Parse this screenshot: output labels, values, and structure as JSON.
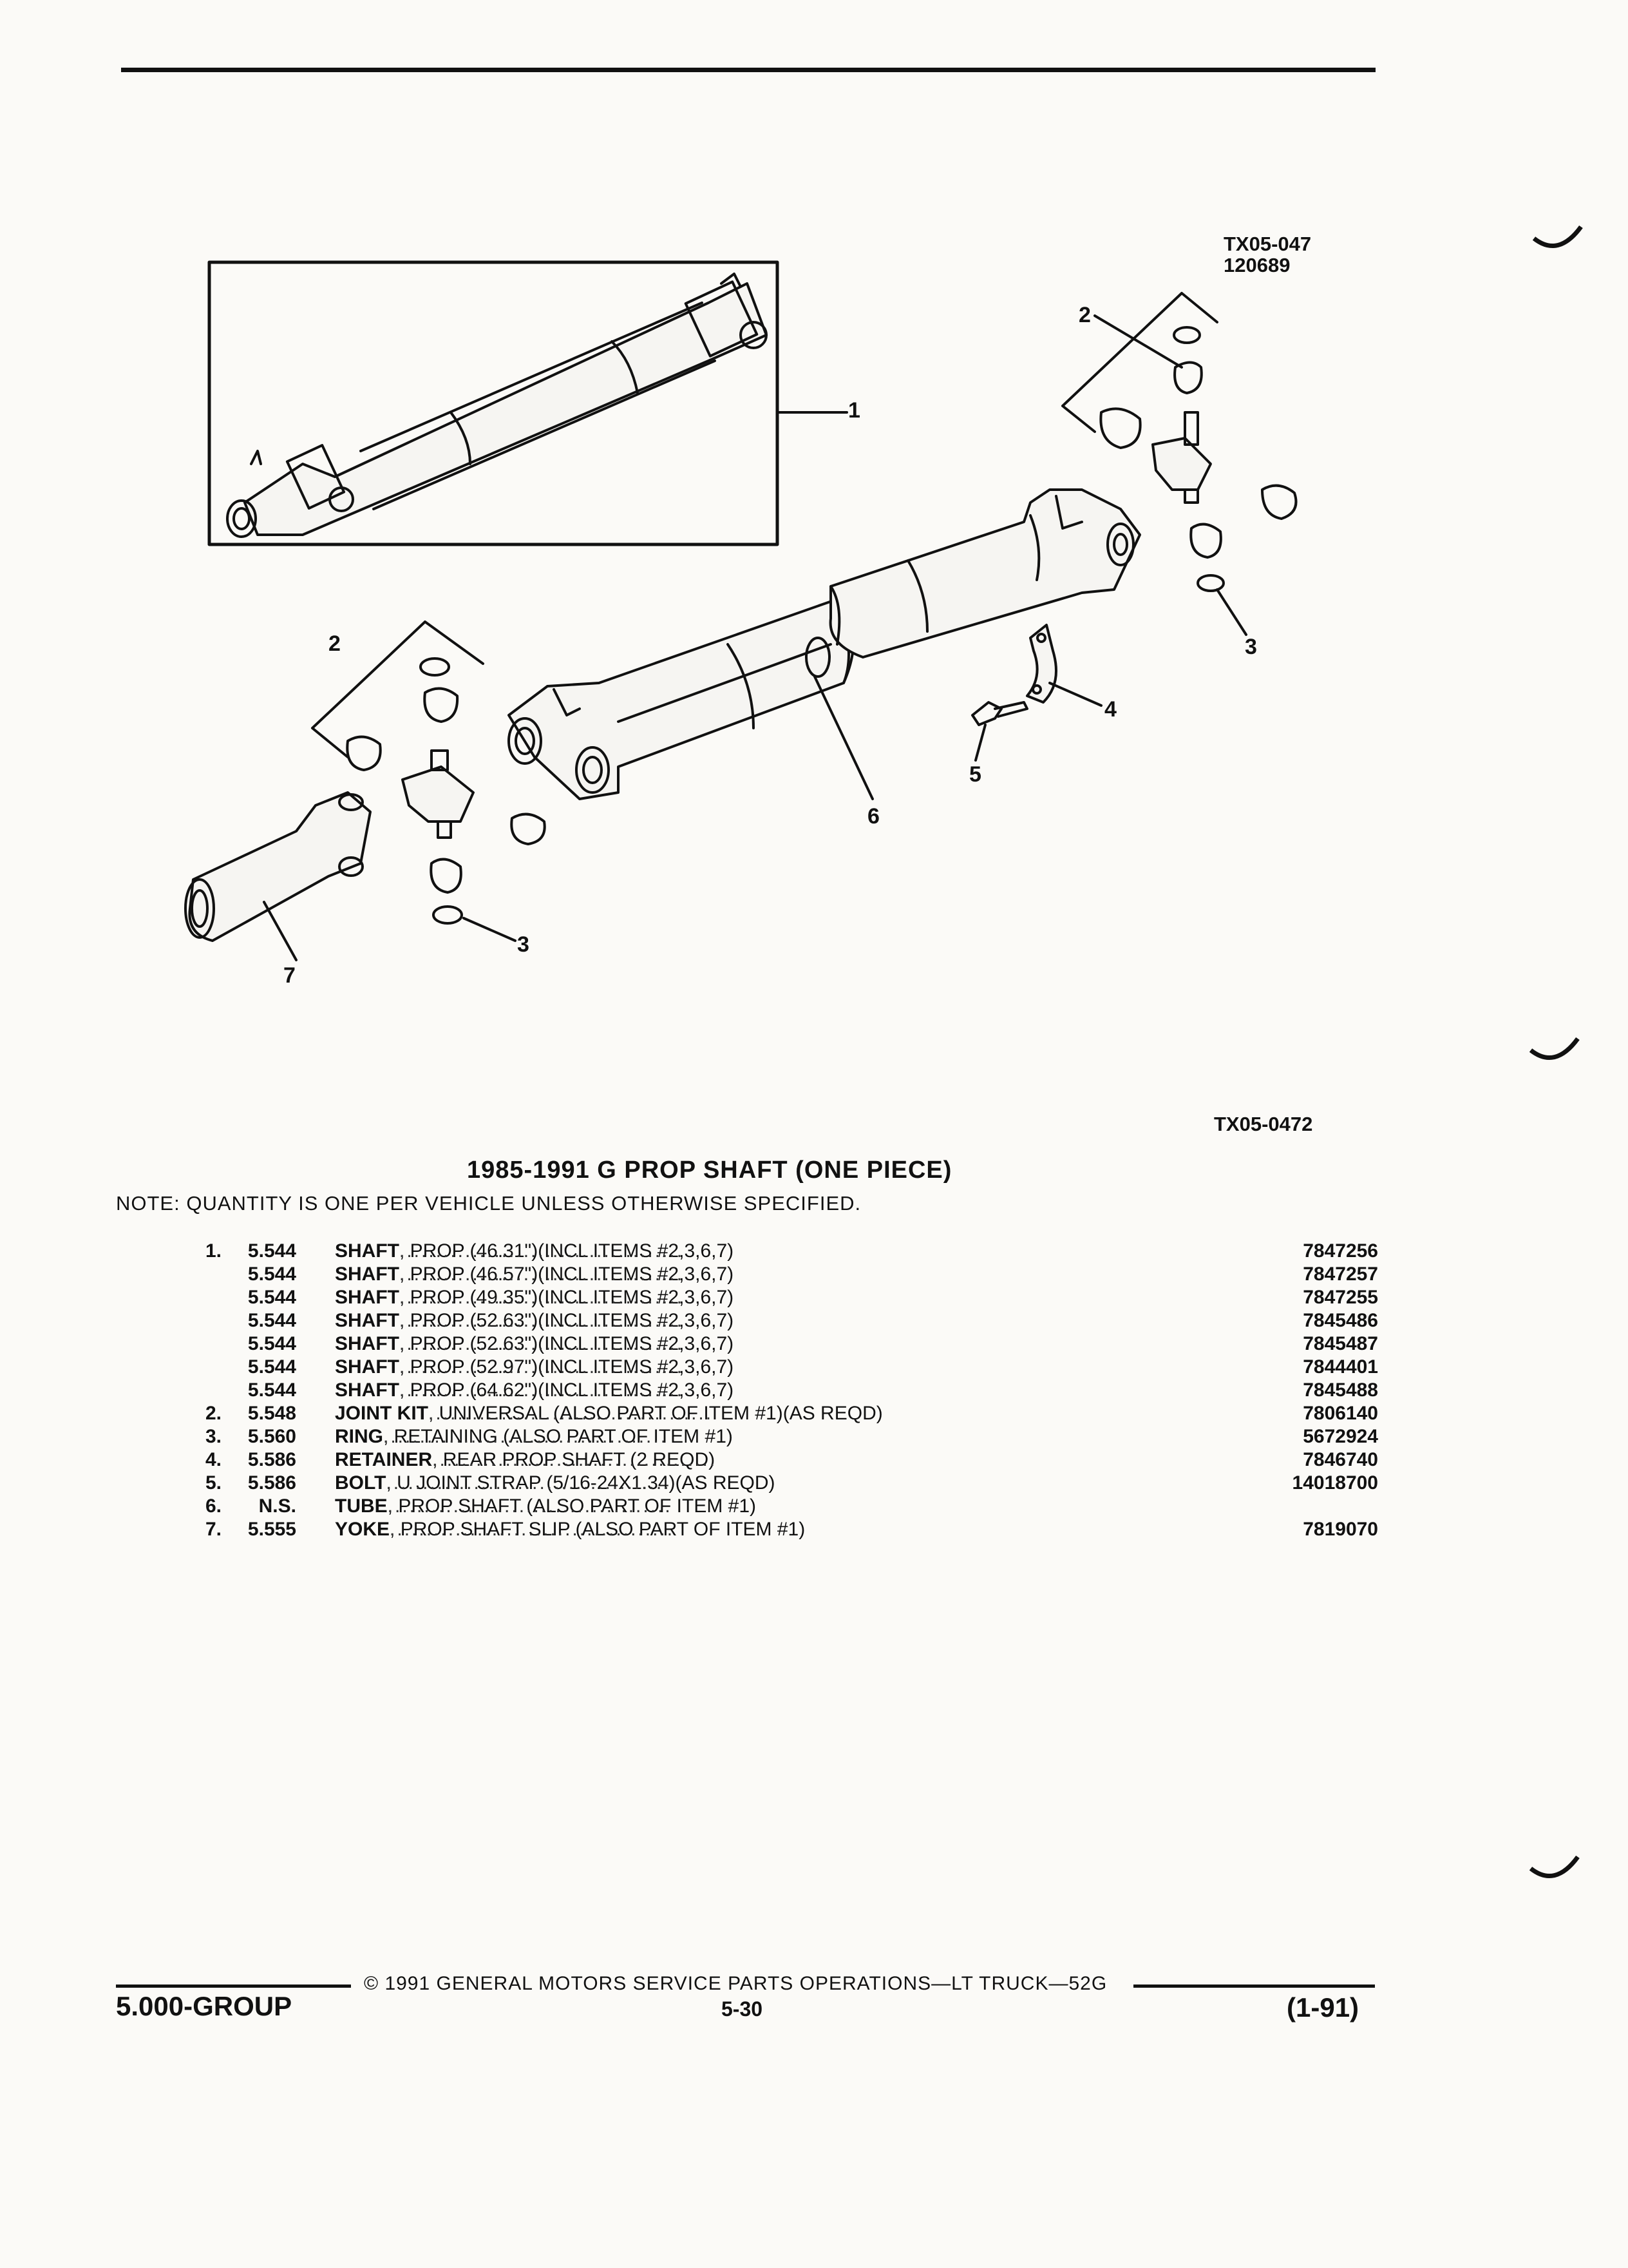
{
  "figure": {
    "code_top": "TX05-047",
    "code_date": "120689",
    "code_bottom": "TX05-0472",
    "callouts": [
      "1",
      "2",
      "3",
      "2",
      "3",
      "4",
      "5",
      "6",
      "7"
    ]
  },
  "title": "1985-1991 G PROP SHAFT (ONE PIECE)",
  "note": "NOTE: QUANTITY IS ONE PER VEHICLE UNLESS OTHERWISE SPECIFIED.",
  "parts": [
    {
      "item": "1.",
      "ref": "5.544",
      "name": "SHAFT",
      "desc": ", PROP (46.31\")(INCL ITEMS #2,3,6,7)",
      "part": "7847256"
    },
    {
      "item": "",
      "ref": "5.544",
      "name": "SHAFT",
      "desc": ", PROP (46.57\")(INCL ITEMS #2,3,6,7)",
      "part": "7847257"
    },
    {
      "item": "",
      "ref": "5.544",
      "name": "SHAFT",
      "desc": ", PROP (49.35\")(INCL ITEMS #2,3,6,7)",
      "part": "7847255"
    },
    {
      "item": "",
      "ref": "5.544",
      "name": "SHAFT",
      "desc": ", PROP (52.63\")(INCL ITEMS #2,3,6,7)",
      "part": "7845486"
    },
    {
      "item": "",
      "ref": "5.544",
      "name": "SHAFT",
      "desc": ", PROP (52.63\")(INCL ITEMS #2,3,6,7)",
      "part": "7845487"
    },
    {
      "item": "",
      "ref": "5.544",
      "name": "SHAFT",
      "desc": ", PROP (52.97\")(INCL ITEMS #2,3,6,7)",
      "part": "7844401"
    },
    {
      "item": "",
      "ref": "5.544",
      "name": "SHAFT",
      "desc": ", PROP (64.62\")(INCL ITEMS #2,3,6,7)",
      "part": "7845488"
    },
    {
      "item": "2.",
      "ref": "5.548",
      "name": "JOINT KIT",
      "desc": ", UNIVERSAL (ALSO PART OF ITEM #1)(AS REQD)",
      "part": "7806140"
    },
    {
      "item": "3.",
      "ref": "5.560",
      "name": "RING",
      "desc": ", RETAINING (ALSO PART OF ITEM #1)",
      "part": "5672924"
    },
    {
      "item": "4.",
      "ref": "5.586",
      "name": "RETAINER",
      "desc": ", REAR PROP SHAFT (2 REQD)",
      "part": "7846740"
    },
    {
      "item": "5.",
      "ref": "5.586",
      "name": "BOLT",
      "desc": ", U JOINT STRAP (5/16-24X1.34)(AS REQD)",
      "part": "14018700"
    },
    {
      "item": "6.",
      "ref": "N.S.",
      "name": "TUBE",
      "desc": ", PROP SHAFT (ALSO PART OF ITEM #1)",
      "part": ""
    },
    {
      "item": "7.",
      "ref": "5.555",
      "name": "YOKE",
      "desc": ", PROP SHAFT SLIP (ALSO PART OF ITEM #1)",
      "part": "7819070"
    }
  ],
  "footer": {
    "copyright": "© 1991 GENERAL MOTORS SERVICE PARTS OPERATIONS—LT TRUCK—52G",
    "group": "5.000-GROUP",
    "page": "5-30",
    "revision": "(1-91)"
  }
}
